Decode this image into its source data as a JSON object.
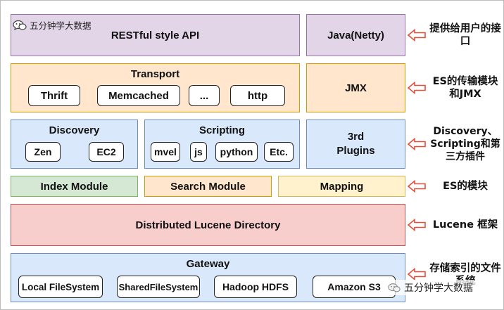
{
  "logo_text": "五分钟学大数据",
  "watermark_text": "五分钟学大数据",
  "rows": {
    "api": {
      "label": "RESTful style API",
      "side": "Java(Netty)",
      "note": "提供给用户的接口"
    },
    "transport": {
      "title": "Transport",
      "items": [
        "Thrift",
        "Memcached",
        "...",
        "http"
      ],
      "side": "JMX",
      "note": "ES的传输模块和JMX"
    },
    "discovery": {
      "title": "Discovery",
      "items": [
        "Zen",
        "EC2"
      ]
    },
    "scripting": {
      "title": "Scripting",
      "items": [
        "mvel",
        "js",
        "python",
        "Etc."
      ]
    },
    "plugins": {
      "label": "3rd Plugins",
      "note": "Discovery、Scripting和第三方插件"
    },
    "modules": {
      "items": [
        "Index Module",
        "Search Module",
        "Mapping"
      ],
      "note": "ES的模块"
    },
    "lucene": {
      "label": "Distributed Lucene Directory",
      "note": "Lucene 框架"
    },
    "gateway": {
      "title": "Gateway",
      "items": [
        "Local FileSystem",
        "SharedFileSystem",
        "Hadoop HDFS",
        "Amazon S3"
      ],
      "note": "存储索引的文件系统"
    }
  },
  "colors": {
    "purple": "#e1d5e7",
    "orange": "#ffe6cc",
    "blue": "#dae8fc",
    "green": "#d5e8d4",
    "yellow": "#fff2cc",
    "red": "#f8cecc",
    "arrow": "#e0503c"
  },
  "icons": {
    "arrow": "left-arrow-icon",
    "logo": "wechat-icon"
  }
}
